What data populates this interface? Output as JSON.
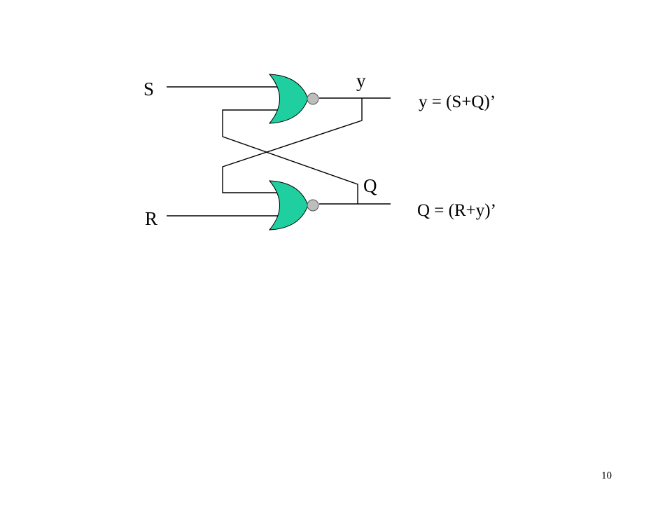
{
  "diagram": {
    "inputs": {
      "s": "S",
      "r": "R"
    },
    "outputs": {
      "y": "y",
      "q": "Q"
    },
    "equations": {
      "y": "y = (S+Q)’",
      "q": "Q = (R+y)’"
    },
    "gates": [
      {
        "type": "NOR"
      },
      {
        "type": "NOR"
      }
    ],
    "colors": {
      "gate_fill": "#1fcf9f",
      "wire": "#000000",
      "bubble": "#bdbdbd"
    }
  },
  "page_number": "10"
}
